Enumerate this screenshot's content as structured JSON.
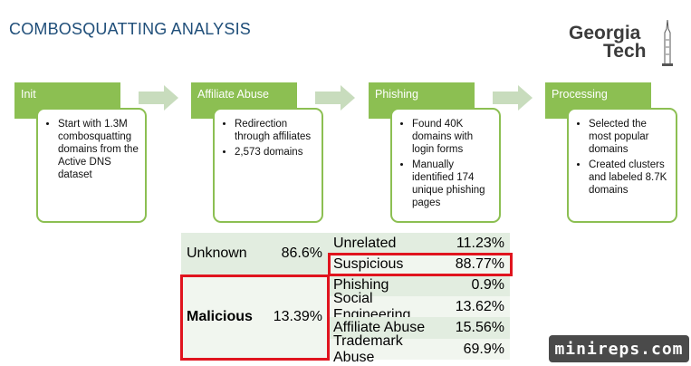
{
  "slide": {
    "title": "COMBOSQUATTING ANALYSIS"
  },
  "logo": {
    "line1": "Georgia",
    "line2": "Tech"
  },
  "stages": [
    {
      "header": "Init",
      "bullets": [
        "Start with 1.3M combosquatting domains from the Active DNS dataset"
      ]
    },
    {
      "header": "Affiliate Abuse",
      "bullets": [
        "Redirection through affiliates",
        "2,573 domains"
      ]
    },
    {
      "header": "Phishing",
      "bullets": [
        "Found 40K domains with login forms",
        "Manually identified 174 unique phishing pages"
      ]
    },
    {
      "header": "Processing",
      "bullets": [
        "Selected the most popular domains",
        "Created clusters and labeled 8.7K domains"
      ]
    }
  ],
  "table": {
    "unknown": {
      "label": "Unknown",
      "value": "86.6%"
    },
    "malicious": {
      "label": "Malicious",
      "value": "13.39%"
    },
    "rows": [
      {
        "label": "Unrelated",
        "value": "11.23%"
      },
      {
        "label": "Suspicious",
        "value": "88.77%"
      },
      {
        "label": "Phishing",
        "value": "0.9%"
      },
      {
        "label": "Social Engineering",
        "value": "13.62%"
      },
      {
        "label": "Affiliate Abuse",
        "value": "15.56%"
      },
      {
        "label": "Trademark Abuse",
        "value": "69.9%"
      }
    ]
  },
  "colors": {
    "accent_green": "#8cbf52",
    "highlight_red": "#e0141e",
    "title_blue": "#1f4e79"
  },
  "watermark": "minireps.com"
}
